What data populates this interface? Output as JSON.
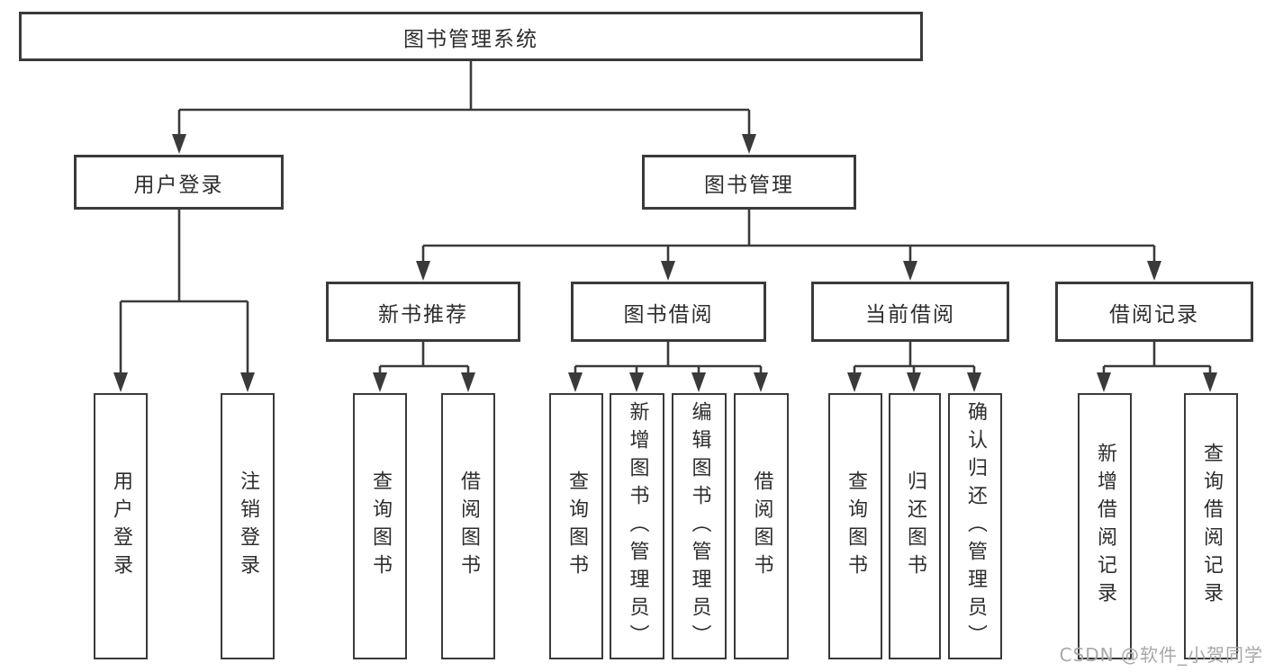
{
  "colors": {
    "line": "#3a3a3a",
    "text": "#2d2d2d",
    "watermark": "#a8a8a8"
  },
  "tree": {
    "label": "图书管理系统",
    "children": [
      {
        "label": "用户登录",
        "children": [
          {
            "label": "用户登录"
          },
          {
            "label": "注销登录"
          }
        ]
      },
      {
        "label": "图书管理",
        "children": [
          {
            "label": "新书推荐",
            "children": [
              {
                "label": "查询图书"
              },
              {
                "label": "借阅图书"
              }
            ]
          },
          {
            "label": "图书借阅",
            "children": [
              {
                "label": "查询图书"
              },
              {
                "label": "新增图书（管理员）"
              },
              {
                "label": "编辑图书（管理员）"
              },
              {
                "label": "借阅图书"
              }
            ]
          },
          {
            "label": "当前借阅",
            "children": [
              {
                "label": "查询图书"
              },
              {
                "label": "归还图书"
              },
              {
                "label": "确认归还（管理员）"
              }
            ]
          },
          {
            "label": "借阅记录",
            "children": [
              {
                "label": "新增借阅记录"
              },
              {
                "label": "查询借阅记录"
              }
            ]
          }
        ]
      }
    ]
  },
  "watermark": {
    "text": "CSDN @软件_小贺同学"
  }
}
